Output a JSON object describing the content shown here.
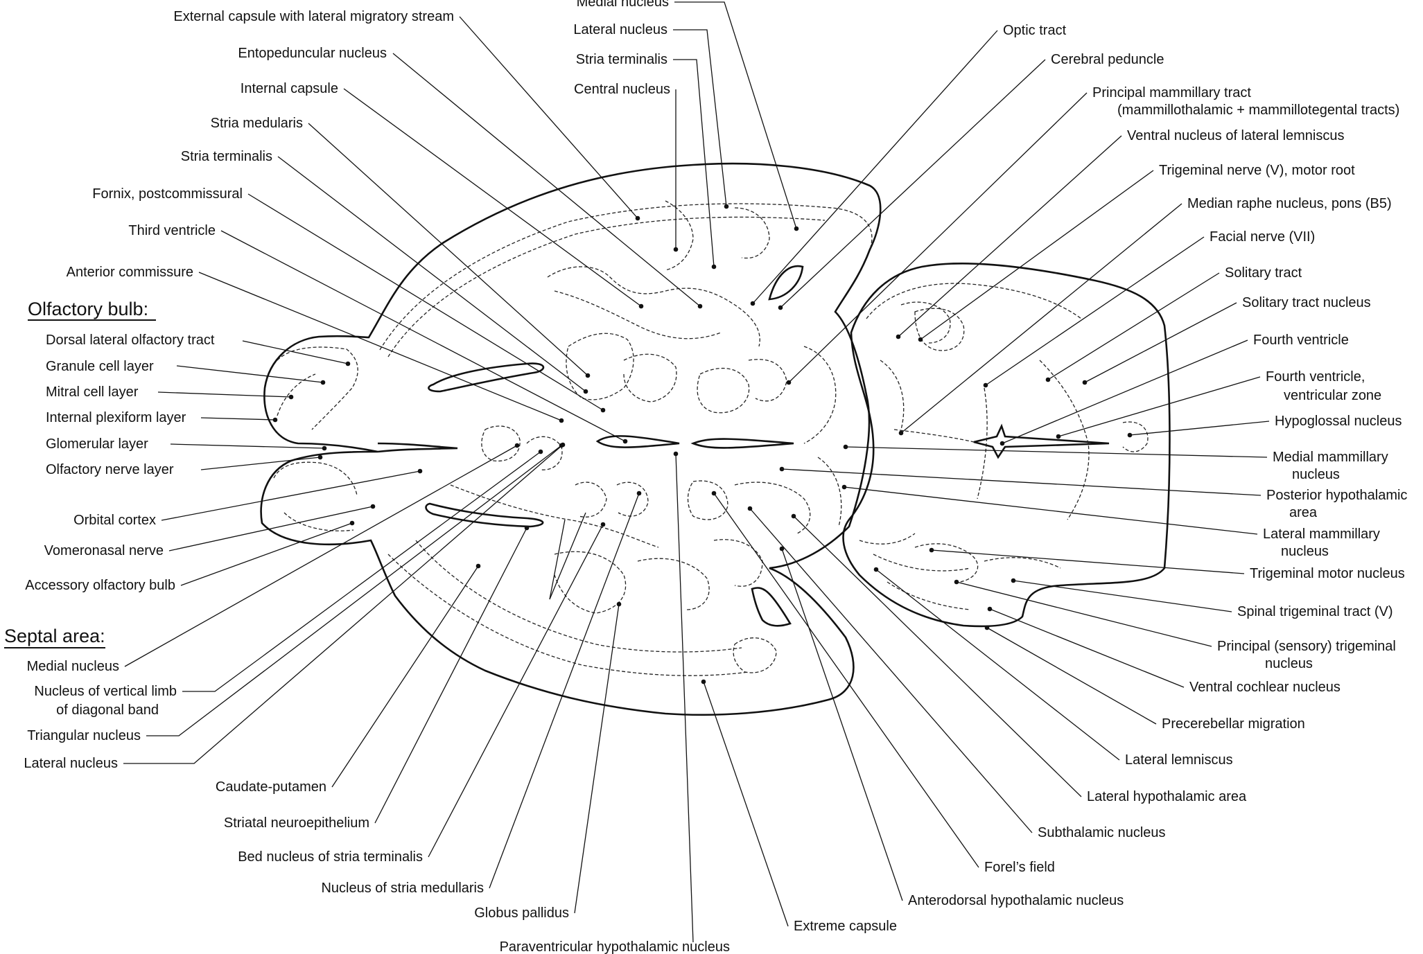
{
  "headings": {
    "olfactory_bulb": "Olfactory bulb:",
    "septal_area": "Septal area:"
  },
  "left_labels": [
    "External capsule with lateral migratory stream",
    "Entopeduncular nucleus",
    "Internal capsule",
    "Stria medularis",
    "Stria terminalis",
    "Fornix, postcommissural",
    "Third ventricle",
    "Anterior commissure",
    "Dorsal lateral olfactory tract",
    "Granule cell layer",
    "Mitral cell layer",
    "Internal plexiform layer",
    "Glomerular layer",
    "Olfactory nerve layer",
    "Orbital cortex",
    "Vomeronasal nerve",
    "Accessory olfactory bulb",
    "Medial nucleus",
    "Nucleus of vertical limb",
    "of diagonal band",
    "Triangular nucleus",
    "Lateral nucleus"
  ],
  "top_labels": [
    "Medial nucleus",
    "Lateral nucleus",
    "Stria terminalis",
    "Central nucleus"
  ],
  "right_labels": [
    "Optic tract",
    "Cerebral peduncle",
    "Principal mammillary tract",
    "(mammillothalamic + mammillotegental tracts)",
    "Ventral nucleus of lateral lemniscus",
    "Trigeminal nerve (V), motor root",
    "Median raphe nucleus, pons (B5)",
    "Facial nerve (VII)",
    "Solitary tract",
    "Solitary tract nucleus",
    "Fourth ventricle",
    "Fourth ventricle,",
    "ventricular zone",
    "Hypoglossal nucleus",
    "Medial mammillary",
    "nucleus",
    "Posterior hypothalamic",
    "area",
    "Lateral mammillary",
    "nucleus",
    "Trigeminal motor nucleus",
    "Spinal trigeminal tract (V)",
    "Principal (sensory) trigeminal",
    "nucleus",
    "Ventral cochlear nucleus",
    "Precerebellar migration",
    "Lateral lemniscus",
    "Lateral hypothalamic area",
    "Subthalamic nucleus",
    "Forel’s field",
    "Anterodorsal hypothalamic nucleus",
    "Extreme capsule"
  ],
  "bottom_labels": [
    "Caudate-putamen",
    "Striatal neuroepithelium",
    "Bed nucleus of stria terminalis",
    "Nucleus of stria medullaris",
    "Globus pallidus",
    "Paraventricular hypothalamic nucleus"
  ]
}
